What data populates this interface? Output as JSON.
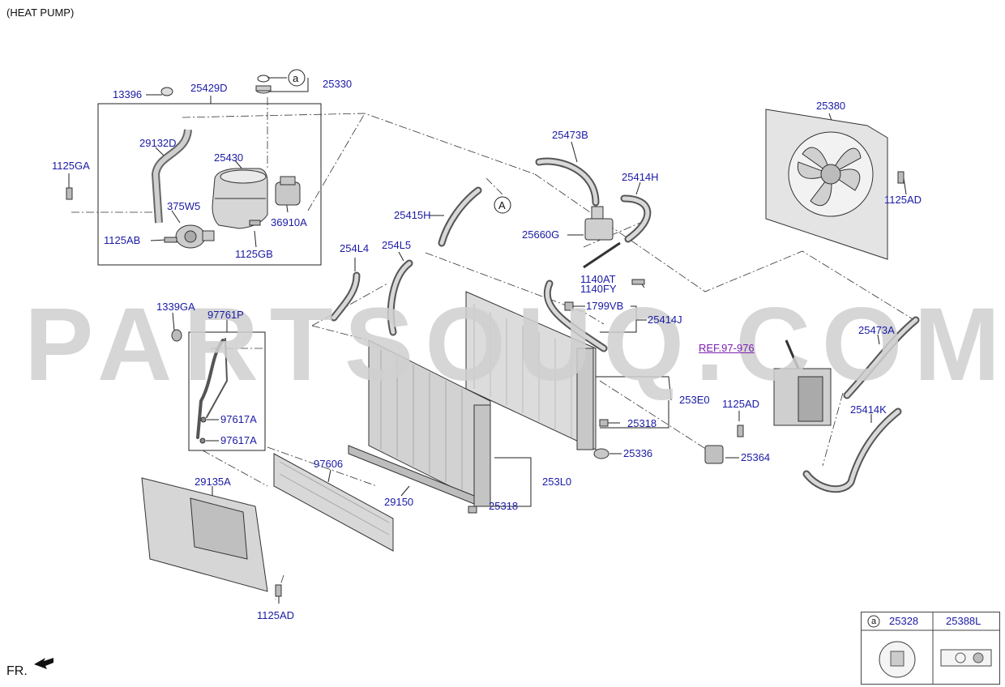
{
  "header": {
    "title": "(HEAT PUMP)"
  },
  "watermark": "PARTSOUQ.COM",
  "direction_label": "FR.",
  "callout_letters": {
    "a": "a",
    "A": "A"
  },
  "ref_link": "REF.97-976",
  "parts": {
    "p13396": "13396",
    "p25429D": "25429D",
    "p25330": "25330",
    "p29132D": "29132D",
    "p25430": "25430",
    "p1125GA": "1125GA",
    "p375W5": "375W5",
    "p36910A": "36910A",
    "p1125AB": "1125AB",
    "p1125GB": "1125GB",
    "p25473B": "25473B",
    "p25414H": "25414H",
    "p25415H": "25415H",
    "p25660G": "25660G",
    "p25380": "25380",
    "p1125AD_fan": "1125AD",
    "p254L4": "254L4",
    "p254L5": "254L5",
    "p1140AT": "1140AT",
    "p1140FY": "1140FY",
    "p1799VB": "1799VB",
    "p25414J": "25414J",
    "p1339GA": "1339GA",
    "p97761P": "97761P",
    "p25473A": "25473A",
    "p253E0": "253E0",
    "p1125AD_mid": "1125AD",
    "p25414K": "25414K",
    "p97617A_1": "97617A",
    "p97617A_2": "97617A",
    "p25318_top": "25318",
    "p25336": "25336",
    "p25364": "25364",
    "p97606": "97606",
    "p29135A": "29135A",
    "p29150": "29150",
    "p253L0": "253L0",
    "p25318_bot": "25318",
    "p1125AD_bot": "1125AD"
  },
  "legend": {
    "marker": "a",
    "col1": "25328",
    "col2": "25388L"
  }
}
